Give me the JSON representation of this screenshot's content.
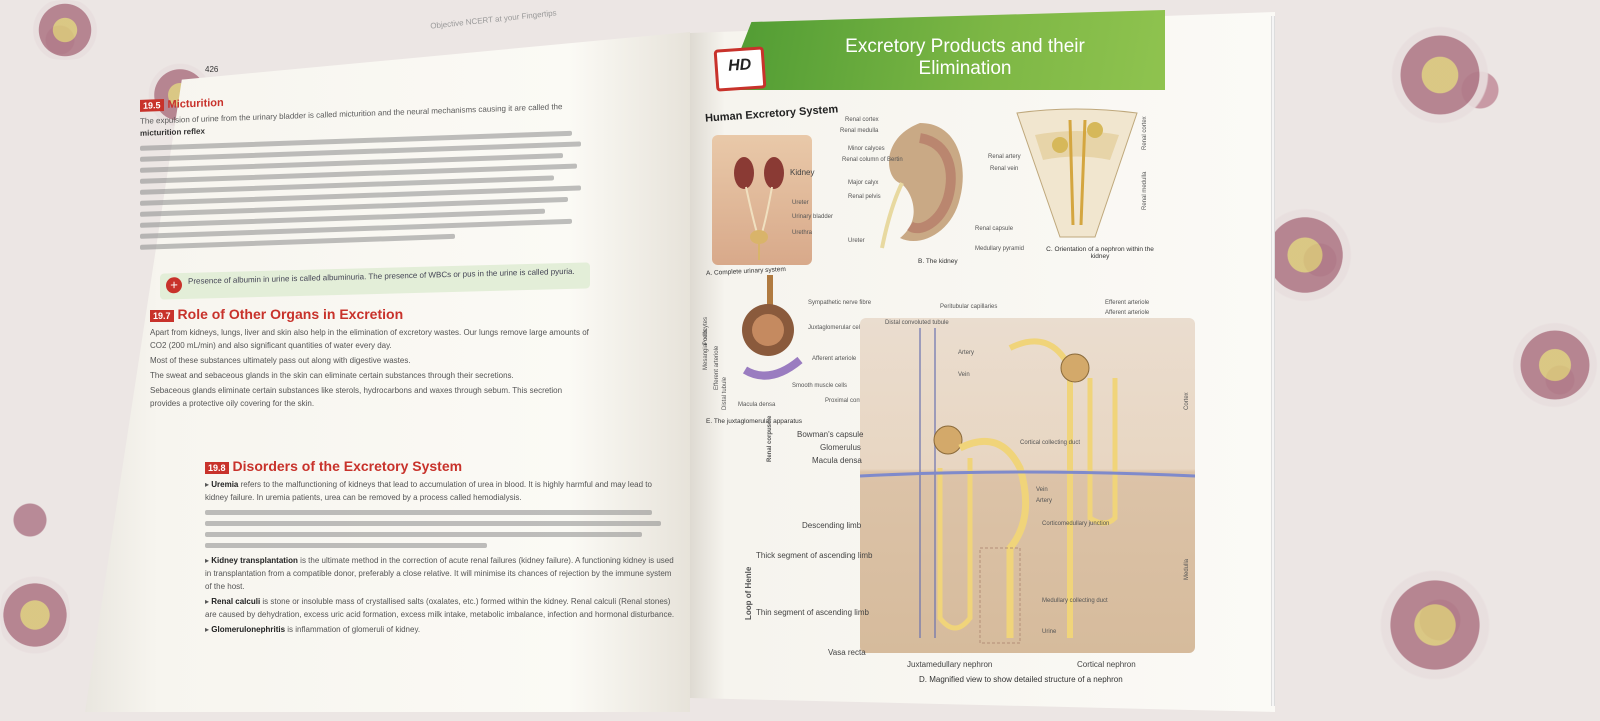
{
  "left_page": {
    "header": "Objective NCERT at your Fingertips",
    "page_number": "426",
    "micturition": {
      "num": "19.5",
      "title": "Micturition",
      "lead": "The expulsion of urine from the urinary bladder is called micturition and the neural mechanisms causing it are called the",
      "bold": "micturition reflex"
    },
    "note": {
      "icon": "+",
      "text": "Presence of albumin in urine is called albuminuria. The presence of WBCs or pus in the urine is called pyuria."
    },
    "role": {
      "num": "19.7",
      "title": "Role of Other Organs in Excretion",
      "lines": [
        "Apart from kidneys, lungs, liver and skin also help in the elimination of excretory wastes. Our lungs remove large amounts of CO2 (200 mL/min) and also significant quantities of water every day.",
        "Most of these substances ultimately pass out along with digestive wastes.",
        "The sweat and sebaceous glands in the skin can eliminate certain substances through their secretions.",
        "Sebaceous glands eliminate certain substances like sterols, hydrocarbons and waxes through sebum. This secretion provides a protective oily covering for the skin."
      ]
    },
    "disorders": {
      "num": "19.8",
      "title": "Disorders of the Excretory System",
      "items": [
        {
          "term": "Uremia",
          "text": "refers to the malfunctioning of kidneys that lead to accumulation of urea in blood. It is highly harmful and may lead to kidney failure. In uremia patients, urea can be removed by a process called hemodialysis."
        },
        {
          "term": "Kidney transplantation",
          "text": "is the ultimate method in the correction of acute renal failures (kidney failure). A functioning kidney is used in transplantation from a compatible donor, preferably a close relative. It will minimise its chances of rejection by the immune system of the host."
        },
        {
          "term": "Renal calculi",
          "text": "is stone or insoluble mass of crystallised salts (oxalates, etc.) formed within the kidney. Renal calculi (Renal stones) are caused by dehydration, excess uric acid formation, excess milk intake, metabolic imbalance, infection and hormonal disturbance."
        },
        {
          "term": "Glomerulonephritis",
          "text": "is inflammation of glomeruli of kidney."
        }
      ]
    }
  },
  "right_page": {
    "badge": "HD",
    "banner_title": "Excretory Products and their Elimination",
    "figure_title": "Human Excretory System",
    "captions": {
      "a": "A. Complete urinary system",
      "b": "B. The kidney",
      "c": "C. Orientation of a nephron within the kidney",
      "d": "D. Magnified view to show detailed structure of a nephron",
      "e": "E. The juxtaglomerular apparatus"
    },
    "labels_a": [
      "Kidney",
      "Ureter",
      "Urinary bladder",
      "Urethra"
    ],
    "labels_b": [
      "Renal cortex",
      "Renal medulla",
      "Minor calyces",
      "Renal column of Bertin",
      "Major calyx",
      "Renal pelvis",
      "Ureter",
      "Renal capsule",
      "Medullary pyramid"
    ],
    "labels_c": [
      "Renal artery",
      "Renal vein",
      "Renal cortex",
      "Renal medulla"
    ],
    "labels_e": [
      "Sympathetic nerve fibre",
      "Juxtaglomerular cells",
      "Afferent arteriole",
      "Smooth muscle cells",
      "Proximal convoluted tubule",
      "Macula densa",
      "Podocytes",
      "Mesangial cells",
      "Efferent arteriole",
      "Distal tubule"
    ],
    "labels_d": {
      "top": [
        "Peritubular capillaries",
        "Efferent arteriole",
        "Afferent arteriole",
        "Distal convoluted tubule",
        "Artery",
        "Vein"
      ],
      "corpuscle_group": "Renal corpuscle",
      "corpuscle": [
        "Bowman's capsule",
        "Glomerulus",
        "Macula densa"
      ],
      "right": [
        "Cortical collecting duct",
        "Vein",
        "Artery",
        "Corticomedullary junction",
        "Medullary collecting duct",
        "Urine"
      ],
      "loop_group": "Loop of Henle",
      "loop": [
        "Descending limb",
        "Thick segment of ascending limb",
        "Thin segment of ascending limb"
      ],
      "bottom": [
        "Vasa recta",
        "Juxtamedullary nephron",
        "Cortical nephron"
      ],
      "side": [
        "Cortex",
        "Medulla"
      ]
    }
  },
  "colors": {
    "accent_red": "#c8322b",
    "banner_green": "#6aac3c",
    "note_bg": "#e3eed8"
  }
}
